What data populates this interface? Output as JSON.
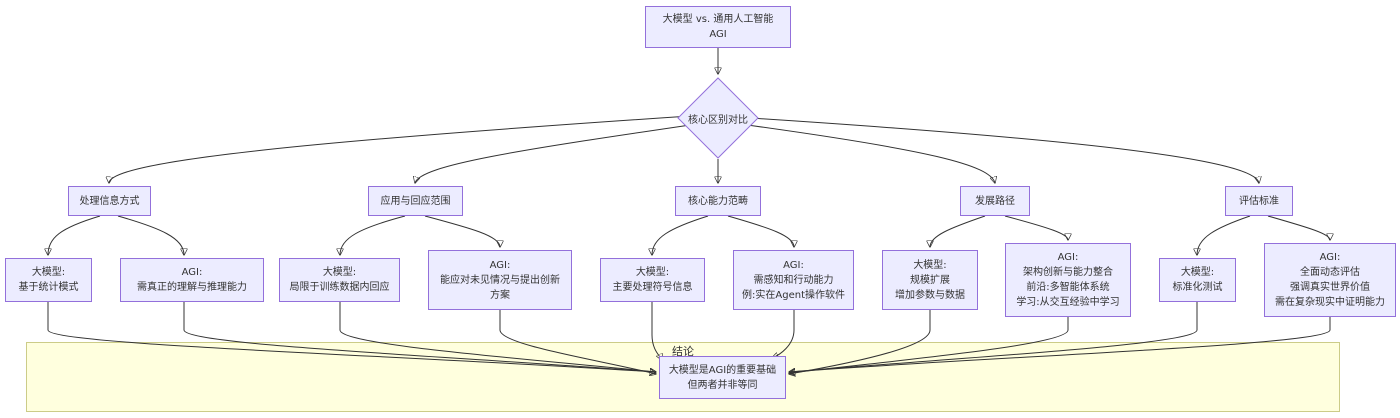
{
  "diagram": {
    "title_node": {
      "lines": [
        "大模型 vs. 通用人工智能",
        "AGI"
      ]
    },
    "compare_node": {
      "label": "核心区别对比"
    },
    "categories": [
      {
        "label": "处理信息方式",
        "llm": [
          "大模型:",
          "基于统计模式"
        ],
        "agi": [
          "AGI:",
          "需真正的理解与推理能力"
        ]
      },
      {
        "label": "应用与回应范围",
        "llm": [
          "大模型:",
          "局限于训练数据内回应"
        ],
        "agi": [
          "AGI:",
          "能应对未见情况与提出创新",
          "方案"
        ]
      },
      {
        "label": "核心能力范畴",
        "llm": [
          "大模型:",
          "主要处理符号信息"
        ],
        "agi": [
          "AGI:",
          "需感知和行动能力",
          "例:实在Agent操作软件"
        ]
      },
      {
        "label": "发展路径",
        "llm": [
          "大模型:",
          "规模扩展",
          "增加参数与数据"
        ],
        "agi": [
          "AGI:",
          "架构创新与能力整合",
          "前沿:多智能体系统",
          "学习:从交互经验中学习"
        ]
      },
      {
        "label": "评估标准",
        "llm": [
          "大模型:",
          "标准化测试"
        ],
        "agi": [
          "AGI:",
          "全面动态评估",
          "强调真实世界价值",
          "需在复杂现实中证明能力"
        ]
      }
    ],
    "conclusion_group": {
      "label": "结论"
    },
    "conclusion_node": {
      "lines": [
        "大模型是AGI的重要基础",
        "但两者并非等同"
      ]
    }
  }
}
